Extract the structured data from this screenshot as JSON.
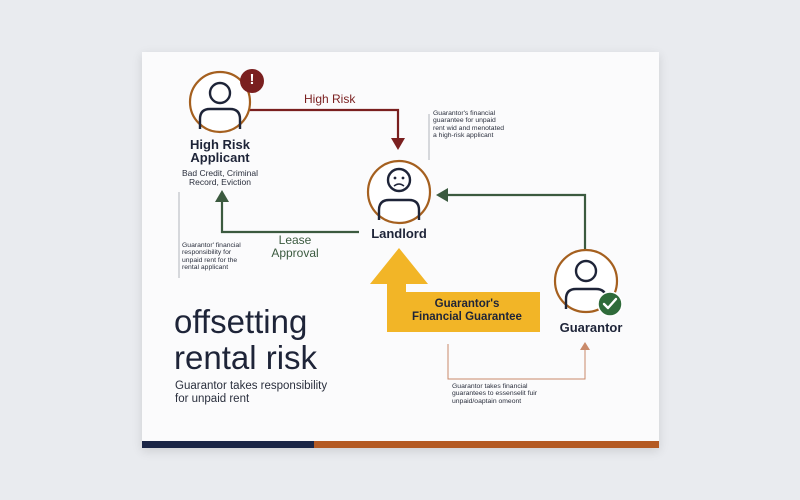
{
  "colors": {
    "navy": "#1e2438",
    "brown_ring": "#a5601f",
    "dark_red": "#7a1f1f",
    "green": "#3b5a3f",
    "yellow": "#f2b527",
    "check_green": "#2f6b3a"
  },
  "applicant": {
    "title_line1": "High Risk",
    "title_line2": "Applicant",
    "sub_line1": "Bad Credit, Criminal",
    "sub_line2": "Record, Eviction",
    "badge": "!",
    "icon": "person-icon"
  },
  "landlord": {
    "title": "Landlord",
    "icon": "sad-face-icon"
  },
  "guarantor": {
    "title": "Guarantor",
    "icon": "person-icon",
    "badge_icon": "check-icon"
  },
  "arrows": {
    "high_risk_label": "High Risk",
    "lease_line1": "Lease",
    "lease_line2": "Approval",
    "guarantee_line1": "Guarantor's",
    "guarantee_line2": "Financial Guarantee"
  },
  "notes": {
    "top_right": [
      "Guarantor's financial",
      "guarantee for unpaid",
      "rent wid and menotated",
      "a high-risk applicant"
    ],
    "left": [
      "Guarantor' financial",
      "responsibility for",
      "unpaid rent for the",
      "rental applicant"
    ],
    "bottom": [
      "Guarantor takes financial",
      "guarantees to essenselit fuir",
      "unpaid/oaptain omeont"
    ]
  },
  "headline": {
    "line1": "offsetting",
    "line2": "rental risk",
    "sub_line1": "Guarantor takes responsibility",
    "sub_line2": "for unpaid rent"
  }
}
